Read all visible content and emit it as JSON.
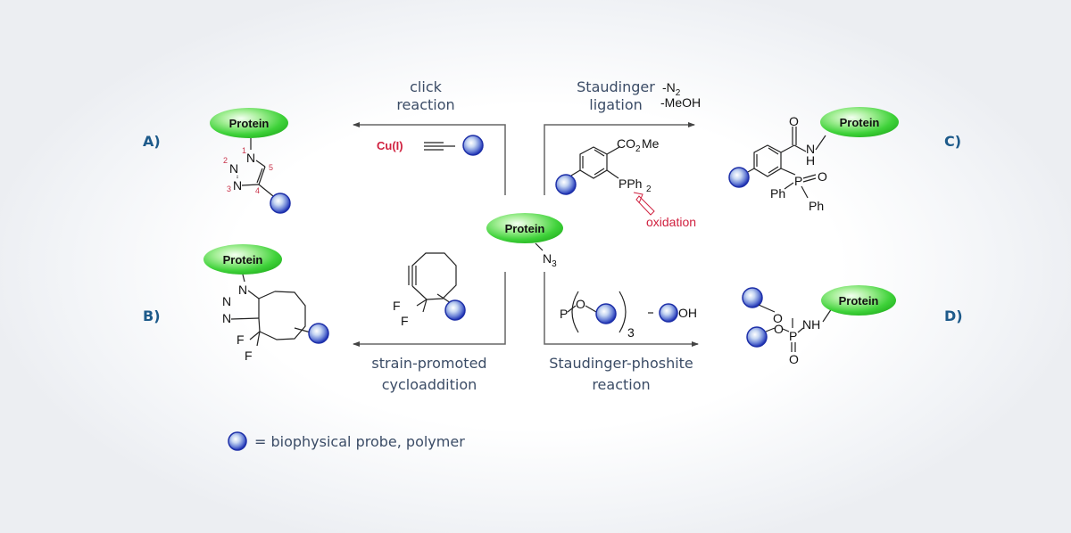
{
  "panels": {
    "a": "A)",
    "b": "B)",
    "c": "C)",
    "d": "D)"
  },
  "reactions": {
    "click": {
      "line1": "click",
      "line2": "reaction",
      "catalyst": "Cu(I)"
    },
    "staudinger_ligation": {
      "line1": "Staudinger",
      "line2": "ligation",
      "byproduct1": "-N",
      "byproduct1_sub": "2",
      "byproduct2": "-MeOH",
      "oxidation_note": "oxidation"
    },
    "spaac": {
      "line1": "strain-promoted",
      "line2": "cycloaddition"
    },
    "staudinger_phosphite": {
      "line1": "Staudinger-phoshite",
      "line2": "reaction",
      "reagent_sub": "3",
      "byproduct": "OH"
    }
  },
  "molecule_labels": {
    "protein": "Protein",
    "azide_n": "N",
    "azide_sub": "3",
    "co2me": "CO",
    "co2me_sub": "2",
    "co2me_tail": "Me",
    "pph2": "PPh",
    "pph2_sub": "2",
    "ph": "Ph",
    "o": "O",
    "n": "N",
    "h": "H",
    "p": "P",
    "f": "F",
    "nh": "NH",
    "triazole_numbers": [
      "1",
      "2",
      "3",
      "4",
      "5"
    ]
  },
  "colors": {
    "panel_label": "#1d5a8a",
    "reaction_text": "#3b4c66",
    "highlight_red": "#d0213f",
    "protein_green": "#3ecf3a",
    "probe_blue": "#2a3fc0"
  },
  "legend": {
    "text": "= biophysical probe, polymer"
  }
}
